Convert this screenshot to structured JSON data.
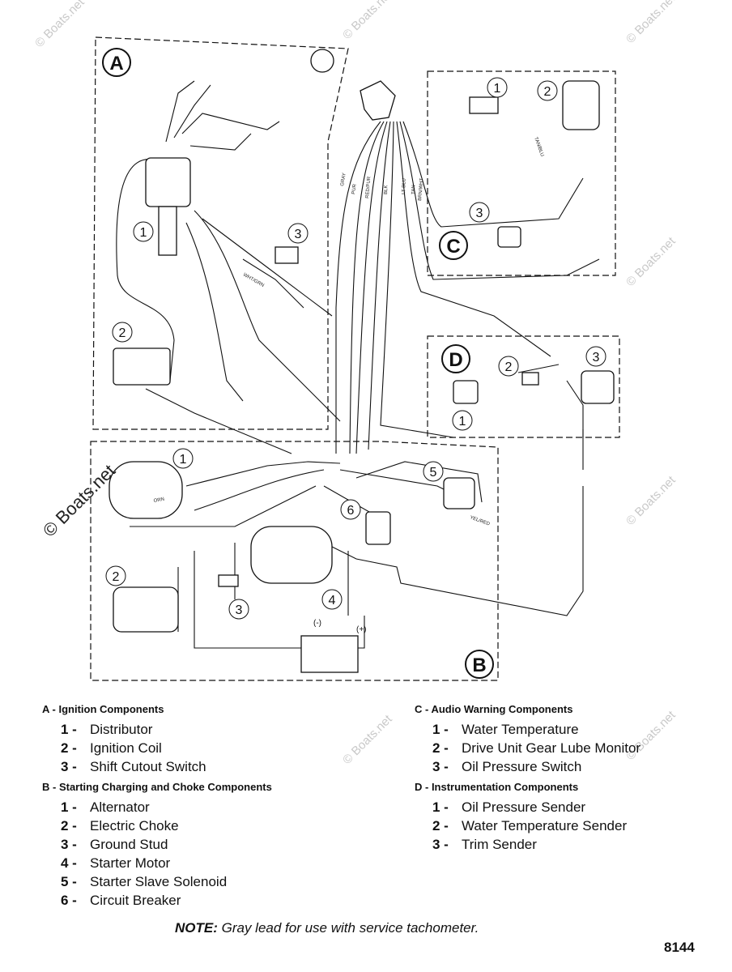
{
  "watermark": "© Boats.net",
  "sections": {
    "A": {
      "letter": "A",
      "title": "A - Ignition Components",
      "items": [
        {
          "num": "1 -",
          "label": "Distributor"
        },
        {
          "num": "2 -",
          "label": "Ignition Coil"
        },
        {
          "num": "3 -",
          "label": "Shift Cutout Switch"
        }
      ]
    },
    "B": {
      "letter": "B",
      "title": "B - Starting Charging and Choke Components",
      "items": [
        {
          "num": "1 -",
          "label": "Alternator"
        },
        {
          "num": "2 -",
          "label": "Electric Choke"
        },
        {
          "num": "3 -",
          "label": "Ground Stud"
        },
        {
          "num": "4 -",
          "label": "Starter Motor"
        },
        {
          "num": "5 -",
          "label": "Starter Slave Solenoid"
        },
        {
          "num": "6 -",
          "label": "Circuit Breaker"
        }
      ]
    },
    "C": {
      "letter": "C",
      "title": "C - Audio Warning Components",
      "items": [
        {
          "num": "1 -",
          "label": "Water Temperature"
        },
        {
          "num": "2 -",
          "label": "Drive Unit Gear Lube Monitor"
        },
        {
          "num": "3 -",
          "label": "Oil Pressure Switch"
        }
      ]
    },
    "D": {
      "letter": "D",
      "title": "D - Instrumentation Components",
      "items": [
        {
          "num": "1 -",
          "label": "Oil Pressure Sender"
        },
        {
          "num": "2 -",
          "label": "Water Temperature Sender"
        },
        {
          "num": "3 -",
          "label": "Trim Sender"
        }
      ]
    }
  },
  "callouts": {
    "one": "1",
    "two": "2",
    "three": "3",
    "four": "4",
    "five": "5",
    "six": "6",
    "battery_neg": "(-)",
    "battery_pos": "(+)"
  },
  "wire_labels": {
    "gray": "GRAY",
    "pur": "PUR",
    "red_pur": "RED/PUR",
    "blk": "BLK",
    "yel_red": "YEL/RED",
    "tan_blu": "TAN/BLU",
    "lt_blu": "LT BLU",
    "tan": "TAN",
    "brn_wht": "BRN/WHT",
    "orn": "ORN",
    "wht_grn": "WHT/GRN"
  },
  "note": {
    "bold": "NOTE:",
    "text": " Gray lead for use with service tachometer."
  },
  "figure_number": "8144"
}
